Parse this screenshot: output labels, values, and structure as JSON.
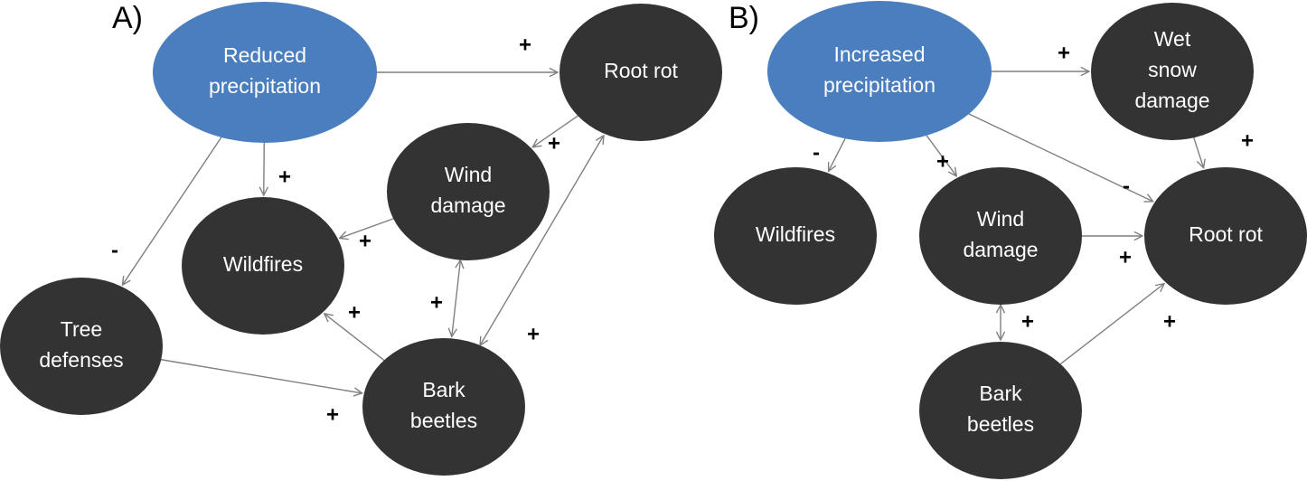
{
  "colors": {
    "driver": "#4a7ebf",
    "agent": "#333333",
    "edge": "#7f7f7f",
    "text": "#ffffff",
    "sign": "#000000"
  },
  "panels": [
    {
      "label": "A)",
      "nodes": [
        {
          "id": "a-precip",
          "kind": "driver",
          "lines": [
            "Reduced",
            "precipitation"
          ]
        },
        {
          "id": "a-rootrot",
          "kind": "agent",
          "lines": [
            "Root rot"
          ]
        },
        {
          "id": "a-wind",
          "kind": "agent",
          "lines": [
            "Wind",
            "damage"
          ]
        },
        {
          "id": "a-wildfires",
          "kind": "agent",
          "lines": [
            "Wildfires"
          ]
        },
        {
          "id": "a-tree",
          "kind": "agent",
          "lines": [
            "Tree",
            "defenses"
          ]
        },
        {
          "id": "a-bark",
          "kind": "agent",
          "lines": [
            "Bark",
            "beetles"
          ]
        }
      ],
      "edges": [
        {
          "from": "a-precip",
          "to": "a-rootrot",
          "sign": "+"
        },
        {
          "from": "a-precip",
          "to": "a-wildfires",
          "sign": "+"
        },
        {
          "from": "a-precip",
          "to": "a-tree",
          "sign": "-"
        },
        {
          "from": "a-rootrot",
          "to": "a-wind",
          "sign": "+"
        },
        {
          "from": "a-wind",
          "to": "a-wildfires",
          "sign": "+"
        },
        {
          "from": "a-wind",
          "to": "a-bark",
          "sign": "+",
          "bidirectional": true
        },
        {
          "from": "a-bark",
          "to": "a-rootrot",
          "sign": "+",
          "bidirectional": true
        },
        {
          "from": "a-bark",
          "to": "a-wildfires",
          "sign": "+"
        },
        {
          "from": "a-tree",
          "to": "a-bark",
          "sign": "+"
        }
      ]
    },
    {
      "label": "B)",
      "nodes": [
        {
          "id": "b-precip",
          "kind": "driver",
          "lines": [
            "Increased",
            "precipitation"
          ]
        },
        {
          "id": "b-snow",
          "kind": "agent",
          "lines": [
            "Wet",
            "snow",
            "damage"
          ]
        },
        {
          "id": "b-wildfires",
          "kind": "agent",
          "lines": [
            "Wildfires"
          ]
        },
        {
          "id": "b-wind",
          "kind": "agent",
          "lines": [
            "Wind",
            "damage"
          ]
        },
        {
          "id": "b-rootrot",
          "kind": "agent",
          "lines": [
            "Root rot"
          ]
        },
        {
          "id": "b-bark",
          "kind": "agent",
          "lines": [
            "Bark",
            "beetles"
          ]
        }
      ],
      "edges": [
        {
          "from": "b-precip",
          "to": "b-snow",
          "sign": "+"
        },
        {
          "from": "b-precip",
          "to": "b-wildfires",
          "sign": "-"
        },
        {
          "from": "b-precip",
          "to": "b-wind",
          "sign": "+"
        },
        {
          "from": "b-precip",
          "to": "b-rootrot",
          "sign": "-"
        },
        {
          "from": "b-snow",
          "to": "b-rootrot",
          "sign": "+"
        },
        {
          "from": "b-wind",
          "to": "b-rootrot",
          "sign": "+"
        },
        {
          "from": "b-wind",
          "to": "b-bark",
          "sign": "+",
          "bidirectional": true
        },
        {
          "from": "b-bark",
          "to": "b-rootrot",
          "sign": "+"
        }
      ]
    }
  ]
}
